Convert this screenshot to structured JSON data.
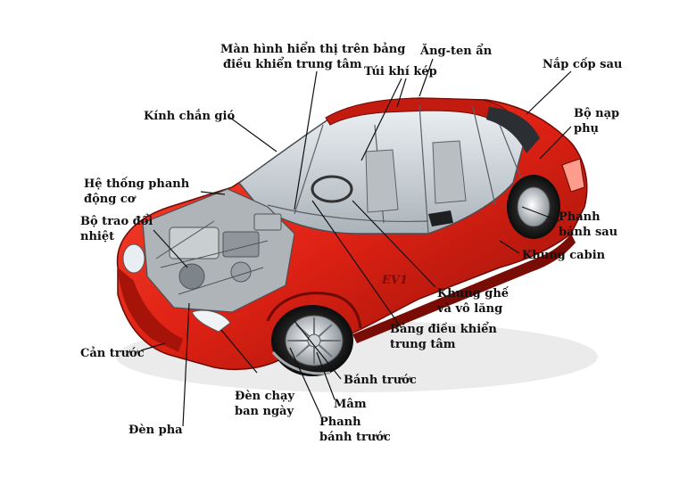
{
  "labels": {
    "display_screen_1": "Màn hình hiển thị trên bảng",
    "display_screen_2": "điều khiển trung tâm",
    "hidden_antenna": "Ăng-ten ẩn",
    "airbags": "Túi khí kép",
    "trunk_lid": "Nắp cốp sau",
    "windshield": "Kính chắn gió",
    "charger_1": "Bộ nạp",
    "charger_2": "phụ",
    "engine_brake_1": "Hệ thống phanh",
    "engine_brake_2": "động cơ",
    "heat_exchanger_1": "Bộ trao đổi",
    "heat_exchanger_2": "nhiệt",
    "rear_brake_1": "Phanh",
    "rear_brake_2": "bánh sau",
    "cabin_frame": "Khung cabin",
    "seat_frame_1": "Khung ghế",
    "seat_frame_2": "và vô lăng",
    "center_dash_1": "Bảng điều khiển",
    "center_dash_2": "trung tâm",
    "front_bumper": "Cản trước",
    "front_wheel": "Bánh trước",
    "drl_1": "Đèn chạy",
    "drl_2": "ban ngày",
    "rim": "Mâm",
    "headlight": "Đèn pha",
    "front_brake_1": "Phanh",
    "front_brake_2": "bánh trước"
  },
  "car_badge": "EV1",
  "colors": {
    "body": "#d81f14",
    "body_dark": "#9e1209",
    "glass": "#d6dde3",
    "engine": "#9aa1a6"
  }
}
